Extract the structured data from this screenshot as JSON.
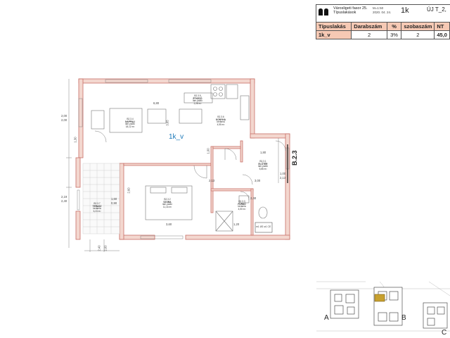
{
  "title_block": {
    "address": "Városligeti fasor 25.",
    "subtitle": "Típuslakások",
    "scale": "M=1:50",
    "date": "2020. 04. 24.",
    "unit_code": "1k",
    "version": "ÚJ T_2,"
  },
  "summary_table": {
    "headers": [
      "Típuslakás",
      "Darabszám",
      "%",
      "szobaszám",
      "NT"
    ],
    "row": [
      "1k_v",
      "2",
      "3%",
      "2",
      "45,0"
    ]
  },
  "plan": {
    "apartment_label": "1k_v",
    "section_label": "B.2.3",
    "rooms": [
      {
        "id": "B2.3.5",
        "name": "ÉTKEZŐ",
        "floor": "lam.padló",
        "area": "2,28 m²"
      },
      {
        "id": "B2.3.4",
        "name": "NAPPALI",
        "floor": "lam.padló",
        "area": "18,12 m²"
      },
      {
        "id": "B2.3.6",
        "name": "KONYHA",
        "floor": "kerámia",
        "area": "4,55 m²"
      },
      {
        "id": "B2.3.1",
        "name": "ELŐTÉR",
        "floor": "lam.padló",
        "area": "5,86 m²"
      },
      {
        "id": "B2.3.2",
        "name": "SZOBA",
        "floor": "lam.padló",
        "area": "11,16 m²"
      },
      {
        "id": "B2.3.3",
        "name": "FÜRDŐ",
        "floor": "kerámia",
        "area": "4,50 m²"
      },
      {
        "id": "B2.3.7",
        "name": "TERASZ",
        "floor": "kerámia",
        "area": "6,24 m²"
      }
    ],
    "dimensions": [
      "6,80",
      "3,65",
      "1,80",
      "1,00",
      "3,00",
      "2,13",
      "1,00",
      "2,13",
      "2,40",
      "3,60",
      "1,20",
      "2,60",
      "1,60",
      "0,90",
      "2,00",
      "2,00",
      "2,19",
      "2,40",
      "1,30",
      "2,40",
      "2,00"
    ],
    "equipment_note": "m1 Ø2 ø1 CE"
  },
  "key_plan": {
    "labels": [
      "A",
      "B",
      "C"
    ]
  },
  "colors": {
    "wall_fill": "#f3d7cf",
    "wall_stroke": "#c86f66",
    "header_fill": "#f6c9b4",
    "label_blue": "#1b78b8",
    "highlight": "#c7a02e"
  }
}
